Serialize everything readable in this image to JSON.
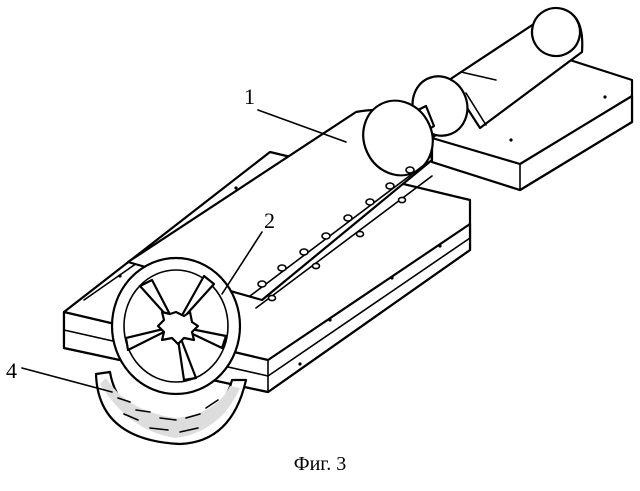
{
  "labels": {
    "part_1": "1",
    "part_2": "2",
    "part_4": "4"
  },
  "caption": "Фиг. 3"
}
